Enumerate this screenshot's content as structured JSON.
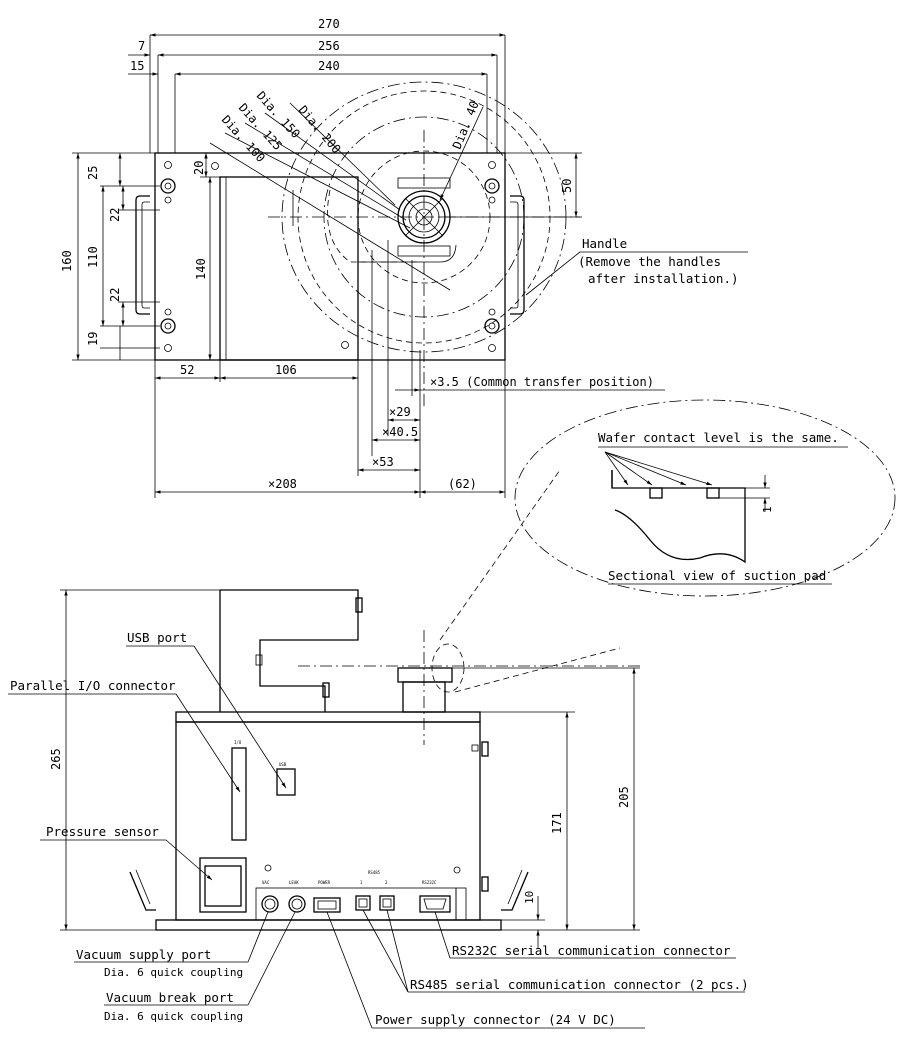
{
  "top_view": {
    "dim_270": "270",
    "dim_256": "256",
    "dim_240": "240",
    "dim_7": "7",
    "dim_15": "15",
    "dia_200": "Dia. 200",
    "dia_150": "Dia. 150",
    "dia_125": "Dia. 125",
    "dia_100": "Dia. 100",
    "dia_40": "Dia. 40",
    "dim_160": "160",
    "dim_110": "110",
    "dim_25": "25",
    "dim_22a": "22",
    "dim_22b": "22",
    "dim_19": "19",
    "dim_20": "20",
    "dim_140": "140",
    "dim_50": "50",
    "dim_52": "52",
    "dim_106": "106",
    "dim_3_5": "×3.5 (Common transfer position)",
    "dim_29": "×29",
    "dim_40_5": "×40.5",
    "dim_53": "×53",
    "dim_208": "×208",
    "dim_62": "(62)",
    "handle_label": "Handle",
    "handle_note_1": "(Remove the handles",
    "handle_note_2": "after installation.)"
  },
  "detail_view": {
    "wafer_note": "Wafer contact level is the same.",
    "dim_1": "1",
    "section_label": "Sectional view of suction pad"
  },
  "front_view": {
    "usb_port": "USB port",
    "parallel_io": "Parallel I/O connector",
    "pressure_sensor": "Pressure sensor",
    "dim_265": "265",
    "dim_205": "205",
    "dim_171": "171",
    "dim_10": "10",
    "panel_io": "I/O",
    "panel_usb": "USB",
    "panel_vac": "VAC",
    "panel_leak": "LEAK",
    "panel_power": "POWER",
    "panel_1": "1",
    "panel_rs485": "RS485",
    "panel_2": "2",
    "panel_rs232": "RS232C",
    "vacuum_supply": "Vacuum supply port",
    "vacuum_supply_sub": "Dia. 6 quick coupling",
    "vacuum_break": "Vacuum break port",
    "vacuum_break_sub": "Dia. 6 quick coupling",
    "power_supply": "Power supply connector (24 V DC)",
    "rs485": "RS485 serial communication connector (2 pcs.)",
    "rs232": "RS232C serial communication connector"
  }
}
